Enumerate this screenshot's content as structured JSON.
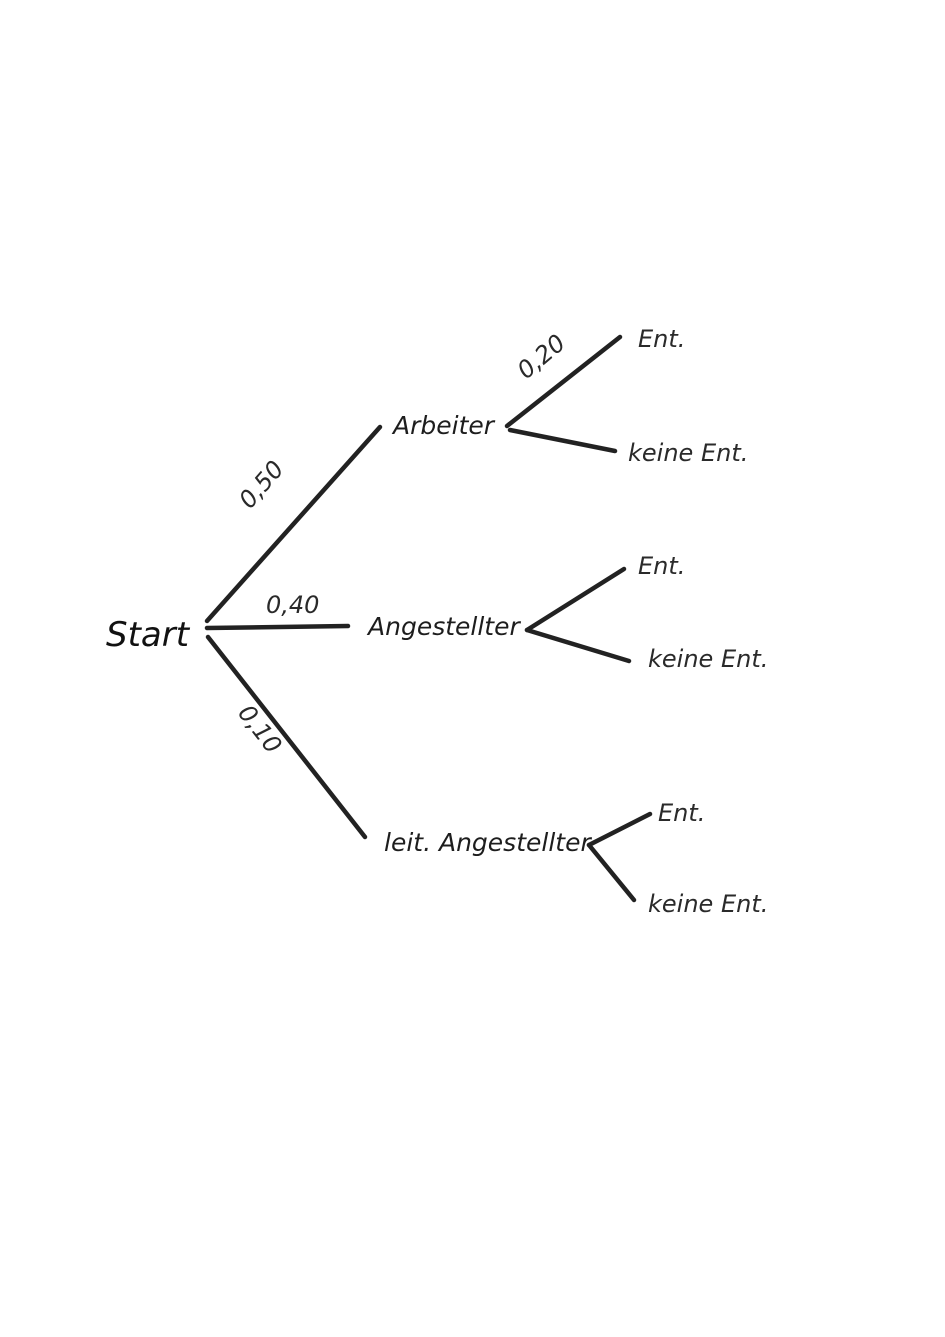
{
  "diagram": {
    "colors": {
      "line": "#222222",
      "text": "#1d1d1d",
      "background": "#ffffff"
    },
    "root": {
      "label": "Start"
    },
    "level1": [
      {
        "label": "Arbeiter",
        "probability": "0,50"
      },
      {
        "label": "Angestellter",
        "probability": "0,40"
      },
      {
        "label": "leit. Angestellter",
        "probability": "0,10"
      }
    ],
    "leaves": {
      "arbeiter": [
        {
          "label": "Ent.",
          "probability": "0,20"
        },
        {
          "label": "keine Ent."
        }
      ],
      "angestellter": [
        {
          "label": "Ent."
        },
        {
          "label": "keine Ent."
        }
      ],
      "leit_angestellter": [
        {
          "label": "Ent."
        },
        {
          "label": "keine Ent."
        }
      ]
    }
  }
}
